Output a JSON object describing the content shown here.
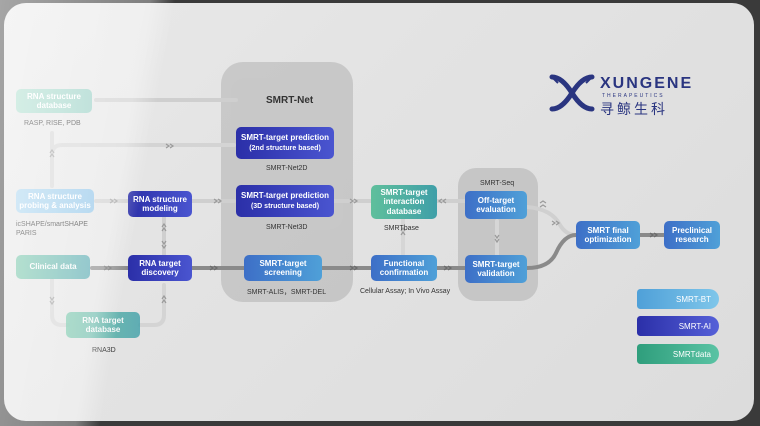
{
  "brand": {
    "name": "XUNGENE",
    "sub": "THERAPEUTICS",
    "chinese": "寻鲸生科",
    "color": "#2a3580"
  },
  "groups": {
    "smrt_net": "SMRT-Net",
    "smrt_seq": "SMRT-Seq"
  },
  "nodes": {
    "rna_structure_database": "RNA structure database",
    "rna_structure_probing": "RNA structure probing & analysis",
    "clinical_data": "Clinical data",
    "rna_target_database": "RNA target database",
    "rna_structure_modeling": "RNA structure modeling",
    "rna_target_discovery": "RNA target discovery",
    "pred_2d_title": "SMRT-target prediction",
    "pred_2d_sub": "(2nd structure based)",
    "pred_3d_title": "SMRT-target  prediction",
    "pred_3d_sub": "(3D structure based)",
    "target_screening": "SMRT-target screening",
    "interaction_database": "SMRT-target interaction database",
    "functional_confirmation": "Functional confirmation",
    "offtarget_evaluation": "Off-target evaluation",
    "target_validation": "SMRT-target validation",
    "final_optimization": "SMRT final optimization",
    "preclinical_research": "Preclinical research"
  },
  "captions": {
    "rasp": "RASP, RISE,  PDB",
    "icshape": "icSHAPE/smartSHAPE",
    "paris": "PARIS",
    "rna3d": "RNA3D",
    "net2d": "SMRT-Net2D",
    "net3d": "SMRT-Net3D",
    "alis_del": "SMRT-ALIS，SMRT-DEL",
    "smrtbase": "SMRTbase",
    "assay": "Cellular Assay; In Vivo Assay"
  },
  "legend": [
    {
      "label": "SMRT-BT",
      "color": "#5aa7d8"
    },
    {
      "label": "SMRT-AI",
      "color": "#3a3fb8"
    },
    {
      "label": "SMRTdata",
      "color": "#3fae8c"
    }
  ],
  "icons": {
    "chevron": "double-chevron-right-icon",
    "logo": "xungene-logo-icon"
  }
}
